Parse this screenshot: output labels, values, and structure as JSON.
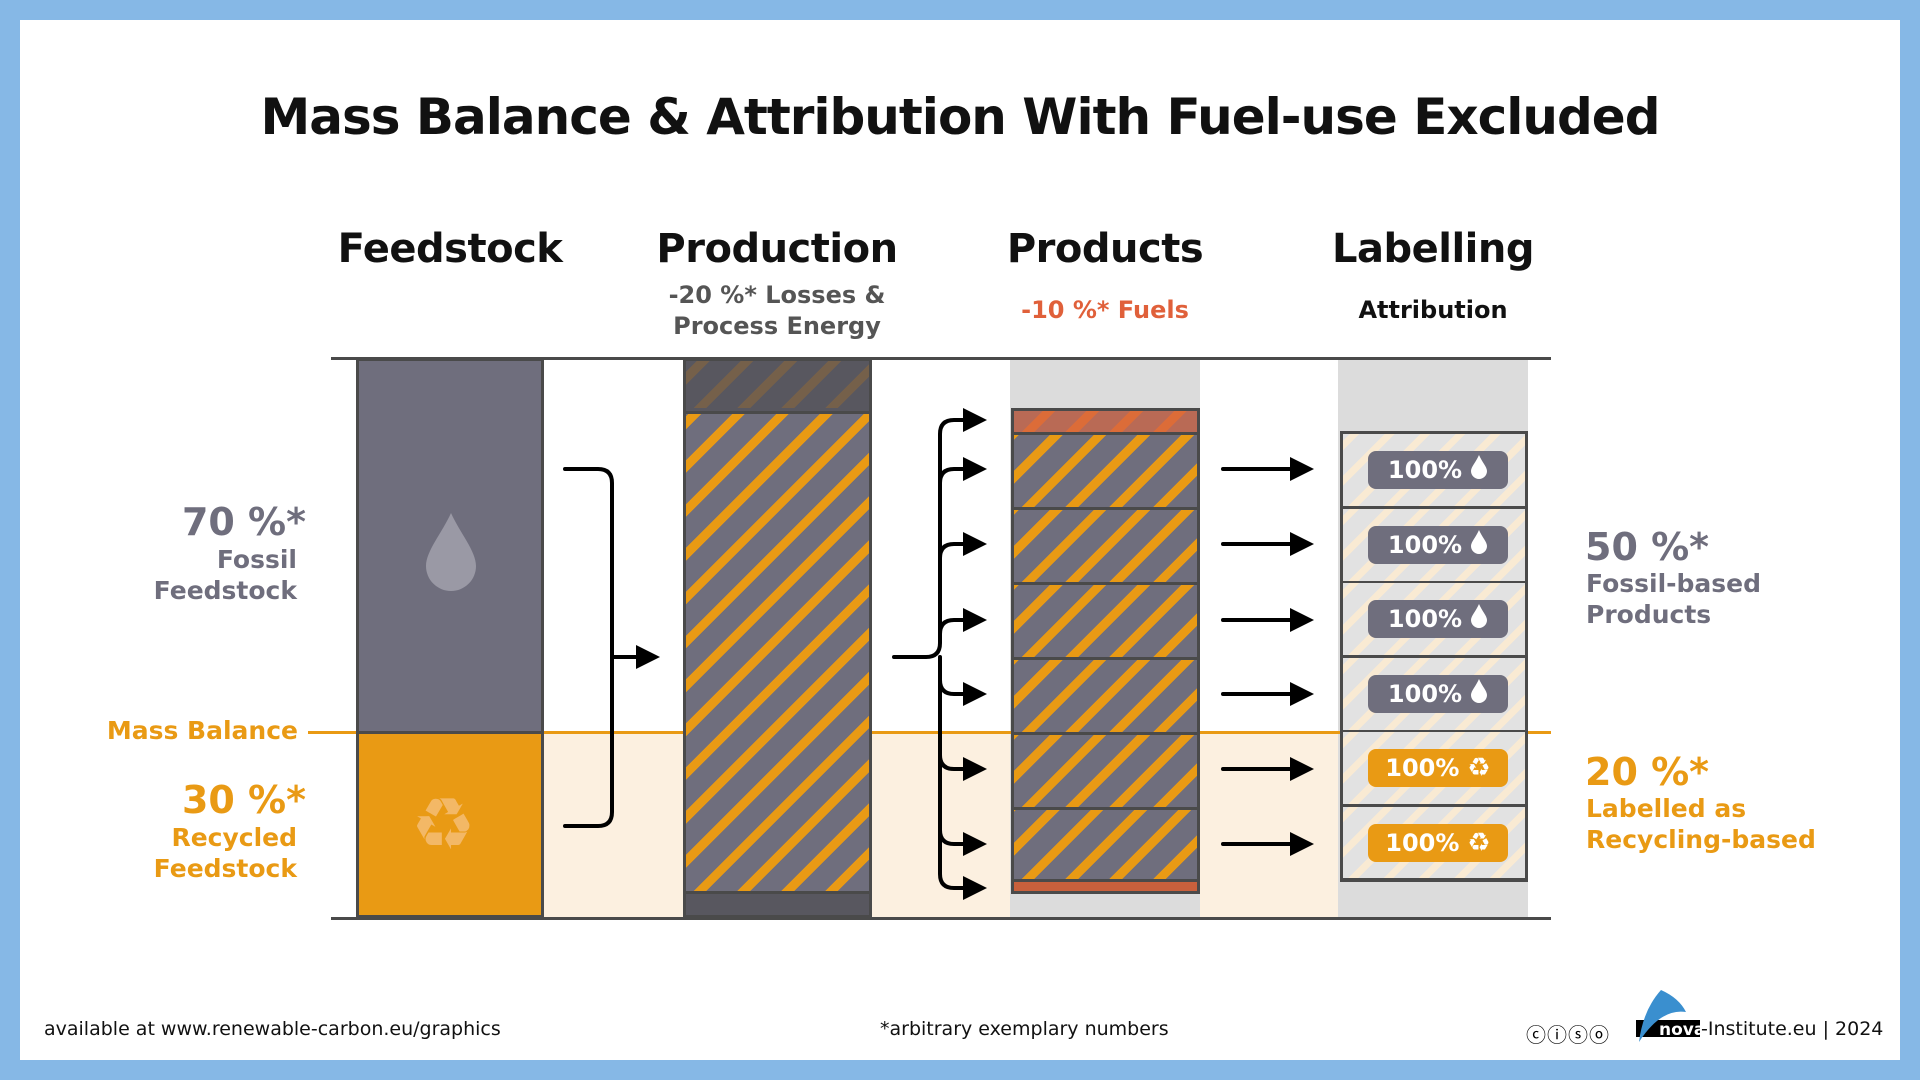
{
  "title": "Mass Balance & Attribution With Fuel-use Excluded",
  "columns": [
    {
      "title": "Feedstock"
    },
    {
      "title": "Production",
      "subtitle_line1": "-20 %* Losses &",
      "subtitle_line2": "Process Energy"
    },
    {
      "title": "Products",
      "subtitle": "-10 %* Fuels"
    },
    {
      "title": "Labelling",
      "subtitle": "Attribution"
    }
  ],
  "left": {
    "fossil_pct": "70 %*",
    "fossil_l1": "Fossil",
    "fossil_l2": "Feedstock",
    "mass_balance": "Mass Balance",
    "recycled_pct": "30 %*",
    "recycled_l1": "Recycled",
    "recycled_l2": "Feedstock"
  },
  "right": {
    "fossil_pct": "50 %*",
    "fossil_l1": "Fossil-based",
    "fossil_l2": "Products",
    "recycled_pct": "20 %*",
    "recycled_l1": "Labelled as",
    "recycled_l2": "Recycling-based"
  },
  "badges": [
    {
      "text": "100%",
      "icon": "drop-icon",
      "type": "fossil"
    },
    {
      "text": "100%",
      "icon": "drop-icon",
      "type": "fossil"
    },
    {
      "text": "100%",
      "icon": "drop-icon",
      "type": "fossil"
    },
    {
      "text": "100%",
      "icon": "drop-icon",
      "type": "fossil"
    },
    {
      "text": "100%",
      "icon": "recycle-icon",
      "type": "recycled"
    },
    {
      "text": "100%",
      "icon": "recycle-icon",
      "type": "recycled"
    }
  ],
  "footer": {
    "left": "available at www.renewable-carbon.eu/graphics",
    "center": "*arbitrary exemplary numbers",
    "logo": "nova",
    "right": "-Institute.eu | 2024"
  },
  "colors": {
    "fossil": "#6f6e7d",
    "recycled": "#e99a14",
    "cream": "#fcf0e0",
    "fuel": "#d8663a",
    "border": "#86b8e6"
  }
}
